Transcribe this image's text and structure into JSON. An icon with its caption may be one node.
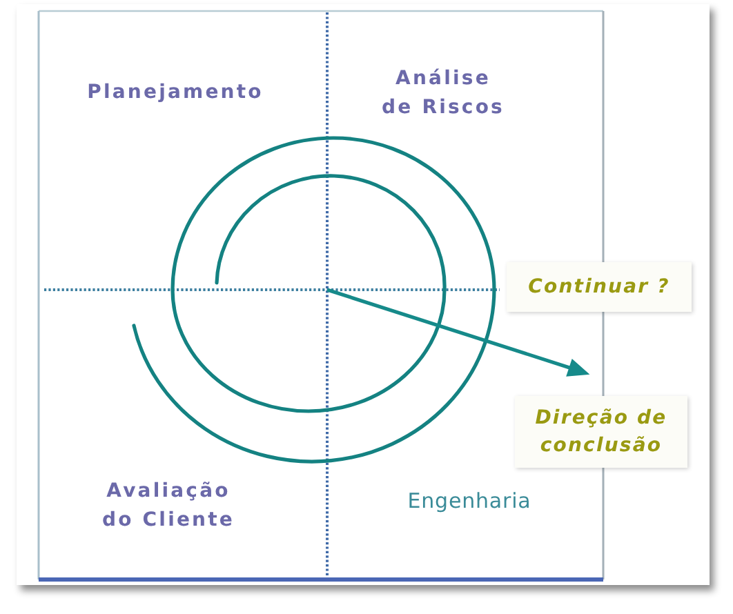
{
  "diagram": {
    "nodes": [
      {
        "text": [
          "Continuar ?"
        ]
      },
      {
        "text": [
          "Direção de conclusão"
        ]
      }
    ],
    "labels": [
      "Planejamento",
      "Análise de Riscos",
      "Avaliação do Cliente",
      "Engenharia"
    ]
  }
}
